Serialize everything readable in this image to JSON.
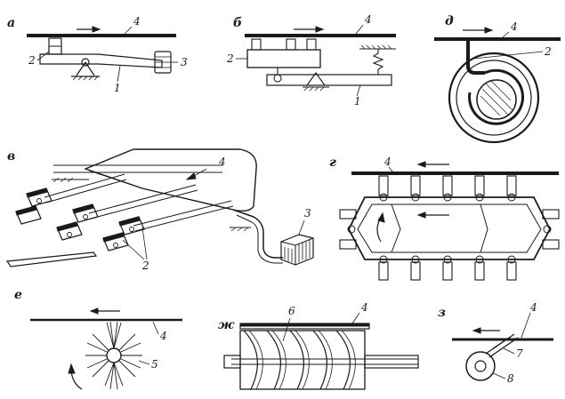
{
  "panels": {
    "a": {
      "letter": "а",
      "labels": [
        "4",
        "2",
        "3",
        "1"
      ]
    },
    "b": {
      "letter": "б",
      "labels": [
        "4",
        "2",
        "1"
      ]
    },
    "d": {
      "letter": "д",
      "labels": [
        "4",
        "2"
      ]
    },
    "v": {
      "letter": "в",
      "labels": [
        "4",
        "3",
        "2"
      ]
    },
    "g": {
      "letter": "г",
      "labels": [
        "4"
      ]
    },
    "e": {
      "letter": "е",
      "labels": [
        "4",
        "5"
      ]
    },
    "zh": {
      "letter": "ж",
      "labels": [
        "6",
        "4"
      ]
    },
    "z": {
      "letter": "з",
      "labels": [
        "4",
        "7",
        "8"
      ]
    }
  },
  "colors": {
    "ink": "#1a1a1a",
    "background": "#ffffff"
  }
}
